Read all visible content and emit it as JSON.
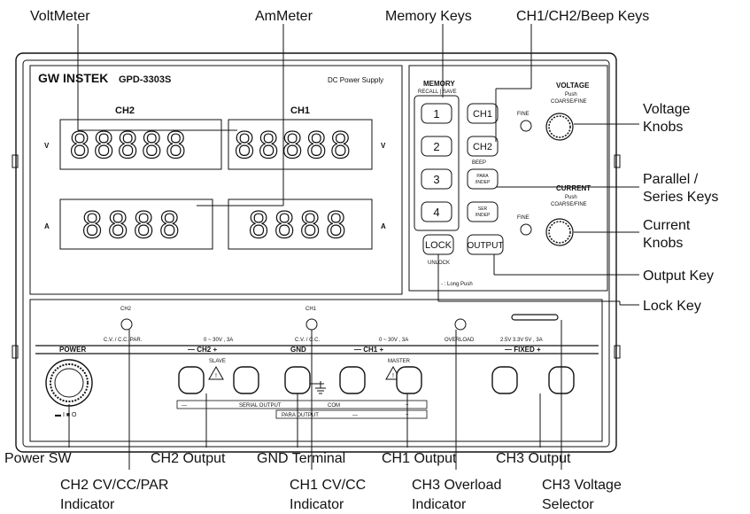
{
  "callouts": {
    "voltmeter": "VoltMeter",
    "ammeter": "AmMeter",
    "memory_keys": "Memory Keys",
    "ch_beep_keys": "CH1/CH2/Beep Keys",
    "voltage_knobs_1": "Voltage",
    "voltage_knobs_2": "Knobs",
    "parallel_series_1": "Parallel /",
    "parallel_series_2": "Series Keys",
    "current_knobs_1": "Current",
    "current_knobs_2": "Knobs",
    "output_key": "Output Key",
    "lock_key": "Lock Key",
    "power_sw": "Power SW",
    "ch2_output": "CH2 Output",
    "gnd_terminal": "GND Terminal",
    "ch1_output": "CH1 Output",
    "ch3_output": "CH3 Output",
    "ch2_indicator_1": "CH2 CV/CC/PAR",
    "ch2_indicator_2": "Indicator",
    "ch1_indicator_1": "CH1 CV/CC",
    "ch1_indicator_2": "Indicator",
    "ch3_overload_1": "CH3 Overload",
    "ch3_overload_2": "Indicator",
    "ch3_selector_1": "CH3 Voltage",
    "ch3_selector_2": "Selector"
  },
  "panel": {
    "brand": "GW INSTEK",
    "model": "GPD-3303S",
    "product": "DC Power Supply",
    "ch2": "CH2",
    "ch1": "CH1",
    "v": "V",
    "a": "A",
    "volt_digits": "88888",
    "amp_digits": "8888",
    "memory_title": "MEMORY",
    "memory_sub": "RECALL | SAVE",
    "mem_keys": [
      "1",
      "2",
      "3",
      "4"
    ],
    "key_ch1": "CH1",
    "key_ch2": "CH2",
    "beep": "BEEP",
    "key_para_1": "PARA",
    "key_para_2": "/INDEP",
    "key_ser_1": "SER",
    "key_ser_2": "/INDEP",
    "key_lock": "LOCK",
    "unlock": "UNLOCK",
    "key_output": "OUTPUT",
    "long_push": "- : Long Push",
    "fine": "FINE",
    "voltage": "VOLTAGE",
    "current": "CURRENT",
    "push": "Push",
    "coarse_fine": "COARSE/FINE",
    "led_ch2": "CH2",
    "led_ch2_text": "C.V. / C.C. PAR.",
    "led_ch1": "CH1",
    "led_ch1_text": "C.V. / C.C.",
    "overload": "OVERLOAD",
    "range_ch2": "0 ~ 30V , 3A",
    "range_ch1": "0 ~ 30V , 3A",
    "range_ch3": "2.5V  3.3V   5V , 3A",
    "power": "POWER",
    "bar_ch2": "—  CH2  +",
    "bar_gnd": "GND",
    "bar_ch1": "—  CH1  +",
    "bar_fixed": "—  FIXED  +",
    "slave": "SLAVE",
    "master": "MASTER",
    "serial_output": "SERIAL  OUTPUT",
    "com": "COM",
    "para_output": "PARA  OUTPUT",
    "minus": "—",
    "plus": "+",
    "power_marks": "▬ I   ■ O"
  }
}
